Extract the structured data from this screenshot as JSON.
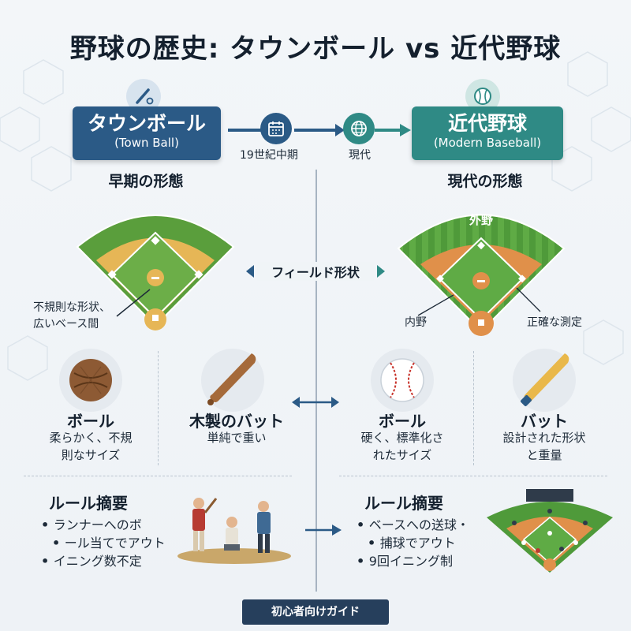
{
  "title": "野球の歴史: タウンボール vs 近代野球",
  "left": {
    "name": "タウンボール",
    "name_en": "(Town Ball)",
    "section": "早期の形態",
    "field_note_1": "不規則な形状、",
    "field_note_2": "広いベース間",
    "ball_title": "ボール",
    "ball_desc_1": "柔らかく、不規",
    "ball_desc_2": "則なサイズ",
    "bat_title": "木製のバット",
    "bat_desc": "単純で重い",
    "rules_title": "ルール摘要",
    "rules": [
      "ランナーへのボ",
      "ール当てでアウト",
      "イニング数不定"
    ]
  },
  "timeline": {
    "era1": "19世紀中期",
    "era2": "現代"
  },
  "center": {
    "field_label": "フィールド形状"
  },
  "right": {
    "name": "近代野球",
    "name_en": "(Modern Baseball)",
    "section": "現代の形態",
    "outfield": "外野",
    "infield": "内野",
    "measure": "正確な測定",
    "ball_title": "ボール",
    "ball_desc_1": "硬く、標準化さ",
    "ball_desc_2": "れたサイズ",
    "bat_title": "バット",
    "bat_desc_1": "設計された形状",
    "bat_desc_2": "と重量",
    "rules_title": "ルール摘要",
    "rules": [
      "ベースへの送球・",
      "捕球でアウト",
      "9回イニング制"
    ]
  },
  "footer": "初心者向けガイド",
  "colors": {
    "town_blue": "#2b5a86",
    "modern_teal": "#2f8a85",
    "footer_navy": "#263f5c",
    "grass": "#5a9e3c",
    "dirt_old": "#e6b656",
    "dirt_new": "#e0904a"
  },
  "icons": {
    "bat_ball": "baseball-bat-icon",
    "calendar": "calendar-icon",
    "globe": "globe-icon",
    "ball": "baseball-icon"
  }
}
